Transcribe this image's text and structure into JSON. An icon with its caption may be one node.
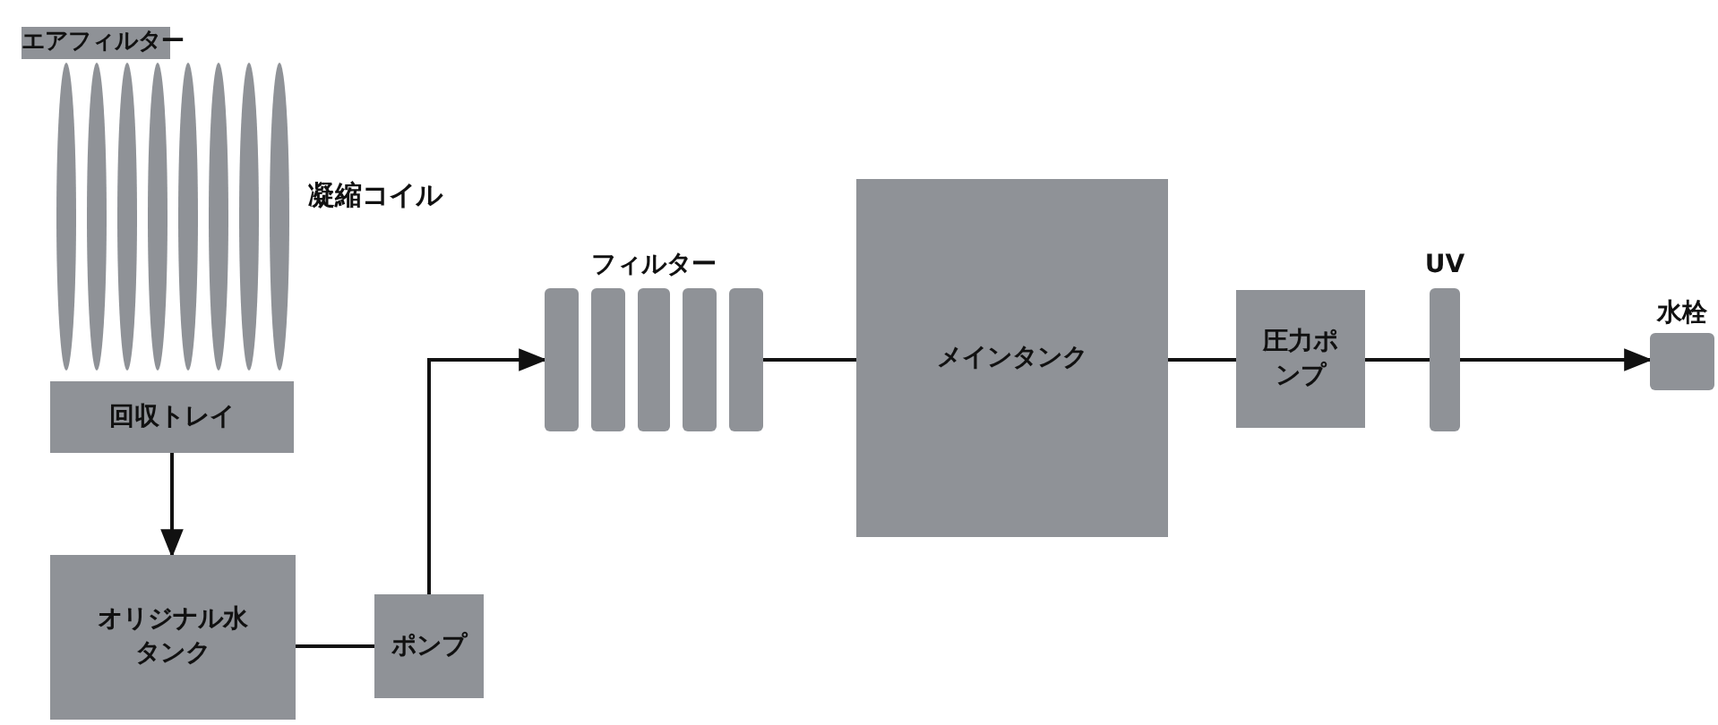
{
  "diagram": {
    "nodes": [
      {
        "text": [
          "エアフィルター"
        ]
      },
      {
        "text": [
          "回収トレイ"
        ]
      },
      {
        "text": [
          "オリジナル水タンク"
        ]
      },
      {
        "text": [
          "ポンプ"
        ]
      },
      {
        "text": [
          "フィルター"
        ]
      },
      {
        "text": [
          "メインタンク"
        ]
      },
      {
        "text": [
          "圧力ポンプ"
        ]
      },
      {
        "text": [
          "UV"
        ]
      },
      {
        "text": [
          "水栓"
        ]
      }
    ],
    "edges": [
      {
        "from": 1,
        "to": 2,
        "arrow": "to"
      },
      {
        "from": 2,
        "to": 3,
        "arrow": "none"
      },
      {
        "from": 3,
        "to": 4,
        "arrow": "to"
      },
      {
        "from": 4,
        "to": 5,
        "arrow": "none"
      },
      {
        "from": 5,
        "to": 6,
        "arrow": "none"
      },
      {
        "from": 6,
        "to": 7,
        "arrow": "none"
      },
      {
        "from": 7,
        "to": 8,
        "arrow": "to"
      }
    ],
    "labels": [
      "凝縮コイル"
    ]
  }
}
